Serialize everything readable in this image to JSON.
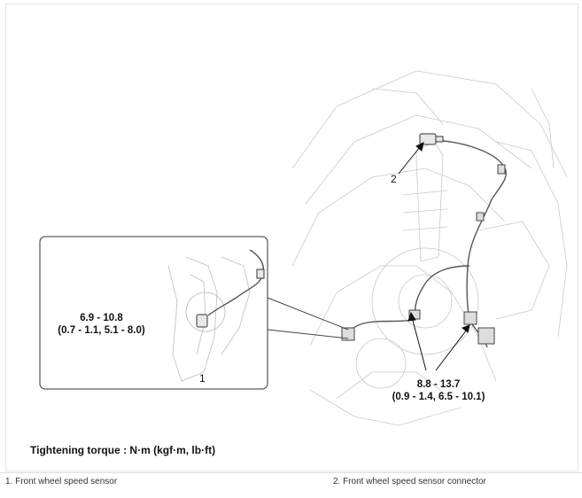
{
  "callouts": {
    "c1": "1",
    "c2": "2"
  },
  "torque_inset": {
    "line1": "6.9 - 10.8",
    "line2": "(0.7 - 1.1, 5.1 - 8.0)"
  },
  "torque_main": {
    "line1": "8.8 - 13.7",
    "line2": "(0.9 - 1.4, 6.5 - 10.1)"
  },
  "legend": {
    "title": "Tightening torque : N·m (kgf·m, lb·ft)"
  },
  "captions": [
    "1. Front wheel speed sensor",
    "2. Front wheel speed sensor connector"
  ]
}
